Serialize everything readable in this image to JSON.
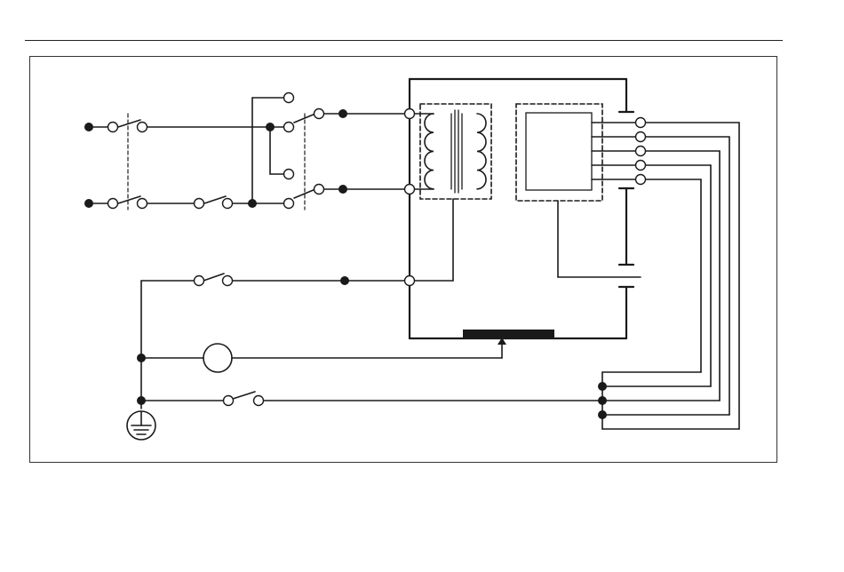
{
  "diagram": {
    "kind": "electrical schematic",
    "text_labels": [],
    "colors": {
      "line": "#1a1a1a",
      "node_fill": "#1a1a1a",
      "terminal_fill": "#ffffff",
      "background": "#ffffff"
    },
    "components": [
      "dual-switch",
      "selector-switch",
      "series-switch",
      "lower-switch",
      "bottom-switch",
      "transformer",
      "control-box",
      "heating-element",
      "meter-circle",
      "ground-symbol",
      "capacitor-top",
      "capacitor-mid",
      "capacitor-low",
      "output-terminal-block"
    ]
  }
}
